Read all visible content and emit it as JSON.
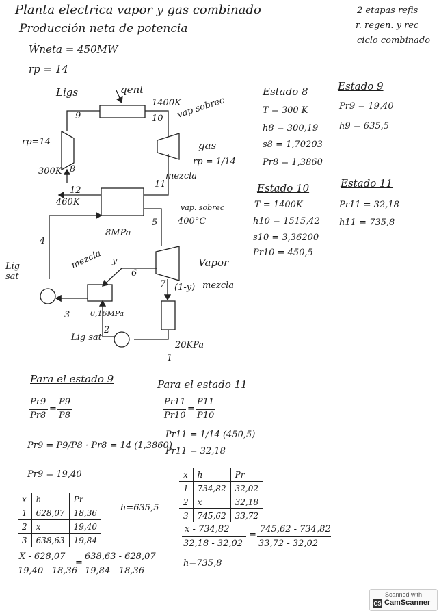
{
  "header": {
    "title": "Planta electrica vapor y gas combinado",
    "subtitle": "Producción neta de potencia",
    "w_neta": "Ẇneta = 450MW",
    "rp": "rp = 14",
    "note1": "2 etapas refis",
    "note2": "r. regen. y rec",
    "note3": "ciclo combinado"
  },
  "diagram": {
    "ligs": "Ligs",
    "q_ent": "qent",
    "s9": "9",
    "s10": "10",
    "t1400": "1400K",
    "vap_sobrec": "vap sobrec",
    "gas": "gas",
    "rp_turb": "rp = 1/14",
    "s11": "11",
    "mezcla_top": "mezcla",
    "rp14": "rp=14",
    "t300": "300K",
    "s8": "8",
    "s12": "12",
    "t460": "460K",
    "p8mpa": "8MPa",
    "s5": "5",
    "vap_sobrec2": "vap. sobrec",
    "t400": "400°C",
    "s4": "4",
    "mezcla_left": "mezcla",
    "y": "y",
    "s6": "6",
    "vapor": "Vapor",
    "lig_sat": "Lig sat",
    "s7": "7",
    "one_minus_y": "(1-y)",
    "mezcla_right": "mezcla",
    "s3": "3",
    "p016": "0,16MPa",
    "s2": "2",
    "lig_sat2": "Lig sat",
    "p20kpa": "20KPa",
    "s1": "1"
  },
  "estado8": {
    "title": "Estado 8",
    "T": "T = 300 K",
    "h": "h8 = 300,19",
    "s": "s8 = 1,70203",
    "pr": "Pr8 = 1,3860"
  },
  "estado9": {
    "title": "Estado 9",
    "pr": "Pr9 = 19,40",
    "h": "h9 = 635,5"
  },
  "estado10": {
    "title": "Estado 10",
    "T": "T = 1400K",
    "h": "h10 = 1515,42",
    "s": "s10 = 3,36200",
    "pr": "Pr10 = 450,5"
  },
  "estado11": {
    "title": "Estado 11",
    "pr": "Pr11 = 32,18",
    "h": "h11 = 735,8"
  },
  "para9": {
    "title": "Para el estado 9",
    "eq1_l": "Pr9",
    "eq1_l2": "Pr8",
    "eq1_r": "P9",
    "eq1_r2": "P8",
    "eq2": "Pr9 = P9/P8 · Pr8 = 14 (1,3860)",
    "eq3": "Pr9 = 19,40",
    "table": {
      "headers": [
        "x",
        "h",
        "Pr"
      ],
      "rows": [
        [
          "1",
          "628,07",
          "18,36"
        ],
        [
          "2",
          "x",
          "19,40"
        ],
        [
          "3",
          "638,63",
          "19,84"
        ]
      ]
    },
    "h_result": "h=635,5",
    "interp_l_num": "X - 628,07",
    "interp_l_den": "19,40 - 18,36",
    "interp_r_num": "638,63 - 628,07",
    "interp_r_den": "19,84 - 18,36"
  },
  "para11": {
    "title": "Para el estado 11",
    "eq1_l": "Pr11",
    "eq1_l2": "Pr10",
    "eq1_r": "P11",
    "eq1_r2": "P10",
    "eq2": "Pr11 = 1/14 (450,5)",
    "eq3": "Pr11 = 32,18",
    "table": {
      "headers": [
        "x",
        "h",
        "Pr"
      ],
      "rows": [
        [
          "1",
          "734,82",
          "32,02"
        ],
        [
          "2",
          "x",
          "32,18"
        ],
        [
          "3",
          "745,62",
          "33,72"
        ]
      ]
    },
    "interp_l_num": "x - 734,82",
    "interp_l_den": "32,18 - 32,02",
    "interp_r_num": "745,62 - 734,82",
    "interp_r_den": "33,72 - 32,02",
    "h_result": "h=735,8"
  },
  "watermark": {
    "scanned_with": "Scanned with",
    "brand": "CamScanner",
    "logo": "CS"
  }
}
